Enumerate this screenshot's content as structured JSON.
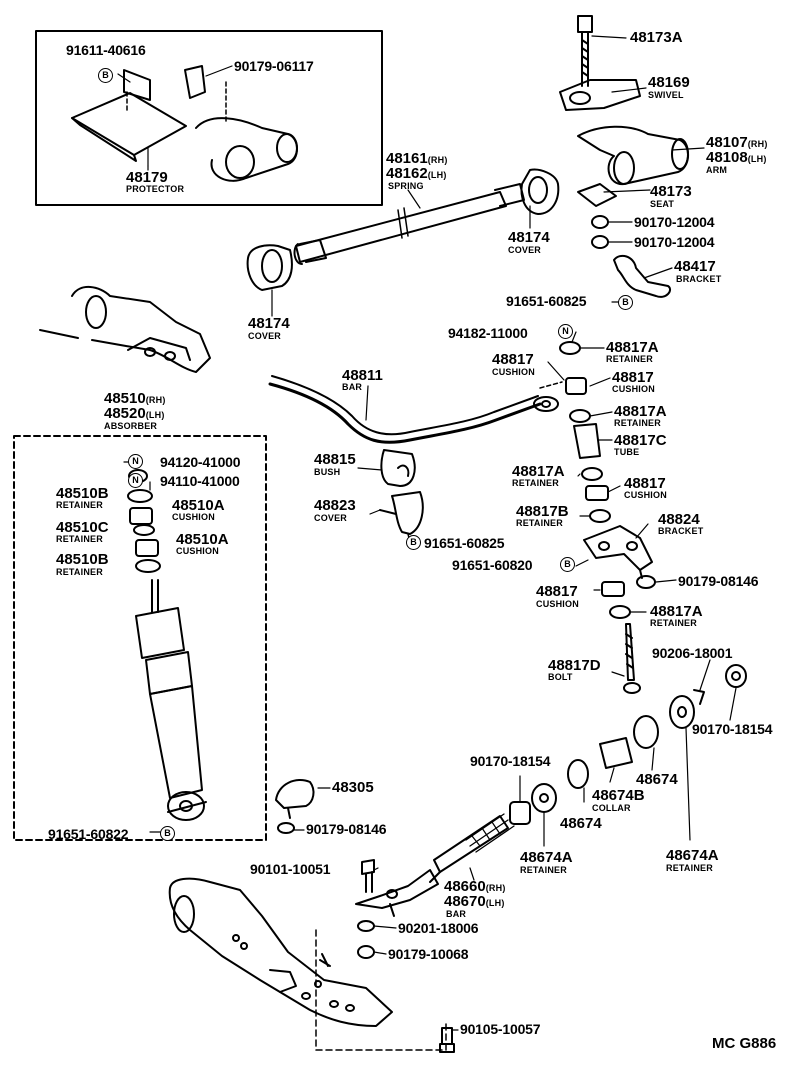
{
  "diagram_code": "MC G886",
  "parts": {
    "p48173A": {
      "num": "48173A"
    },
    "p48169": {
      "num": "48169",
      "name": "SWIVEL"
    },
    "p48107": {
      "num": "48107",
      "suffix": "(RH)"
    },
    "p48108": {
      "num": "48108",
      "suffix": "(LH)",
      "name": "ARM"
    },
    "p48173": {
      "num": "48173",
      "name": "SEAT"
    },
    "p90170_12004a": {
      "num": "90170-12004"
    },
    "p90170_12004b": {
      "num": "90170-12004"
    },
    "p48417": {
      "num": "48417",
      "name": "BRACKET"
    },
    "p91651_60825a": {
      "num": "91651-60825"
    },
    "p48161": {
      "num": "48161",
      "suffix": "(RH)"
    },
    "p48162": {
      "num": "48162",
      "suffix": "(LH)",
      "name": "SPRING"
    },
    "p48174a": {
      "num": "48174",
      "name": "COVER"
    },
    "p48174b": {
      "num": "48174",
      "name": "COVER"
    },
    "p91611_40616": {
      "num": "91611-40616"
    },
    "p90179_06117": {
      "num": "90179-06117"
    },
    "p48179": {
      "num": "48179",
      "name": "PROTECTOR"
    },
    "p94182_11000": {
      "num": "94182-11000"
    },
    "p48817A_1": {
      "num": "48817A",
      "name": "RETAINER"
    },
    "p48817_1": {
      "num": "48817",
      "name": "CUSHION"
    },
    "p48817_2": {
      "num": "48817",
      "name": "CUSHION"
    },
    "p48811": {
      "num": "48811",
      "name": "BAR"
    },
    "p48817A_2": {
      "num": "48817A",
      "name": "RETAINER"
    },
    "p48817C": {
      "num": "48817C",
      "name": "TUBE"
    },
    "p48510": {
      "num": "48510",
      "suffix": "(RH)"
    },
    "p48520": {
      "num": "48520",
      "suffix": "(LH)",
      "name": "ABSORBER"
    },
    "p94120_41000": {
      "num": "94120-41000"
    },
    "p94110_41000": {
      "num": "94110-41000"
    },
    "p48510B_1": {
      "num": "48510B",
      "name": "RETAINER"
    },
    "p48510A_1": {
      "num": "48510A",
      "name": "CUSHION"
    },
    "p48510C": {
      "num": "48510C",
      "name": "RETAINER"
    },
    "p48510A_2": {
      "num": "48510A",
      "name": "CUSHION"
    },
    "p48510B_2": {
      "num": "48510B",
      "name": "RETAINER"
    },
    "p48815": {
      "num": "48815",
      "name": "BUSH"
    },
    "p48823": {
      "num": "48823",
      "name": "COVER"
    },
    "p91651_60825b": {
      "num": "91651-60825"
    },
    "p48817A_3": {
      "num": "48817A",
      "name": "RETAINER"
    },
    "p48817_3": {
      "num": "48817",
      "name": "CUSHION"
    },
    "p48817B": {
      "num": "48817B",
      "name": "RETAINER"
    },
    "p48824": {
      "num": "48824",
      "name": "BRACKET"
    },
    "p91651_60820": {
      "num": "91651-60820"
    },
    "p90179_08146a": {
      "num": "90179-08146"
    },
    "p48817_4": {
      "num": "48817",
      "name": "CUSHION"
    },
    "p48817A_4": {
      "num": "48817A",
      "name": "RETAINER"
    },
    "p90206_18001": {
      "num": "90206-18001"
    },
    "p48817D": {
      "num": "48817D",
      "name": "BOLT"
    },
    "p90170_18154a": {
      "num": "90170-18154"
    },
    "p48305": {
      "num": "48305"
    },
    "p90179_08146b": {
      "num": "90179-08146"
    },
    "p91651_60822": {
      "num": "91651-60822"
    },
    "p90170_18154b": {
      "num": "90170-18154"
    },
    "p48674_1": {
      "num": "48674"
    },
    "p48674B": {
      "num": "48674B",
      "name": "COLLAR"
    },
    "p48674_2": {
      "num": "48674"
    },
    "p48674A_1": {
      "num": "48674A",
      "name": "RETAINER"
    },
    "p48674A_2": {
      "num": "48674A",
      "name": "RETAINER"
    },
    "p90101_10051": {
      "num": "90101-10051"
    },
    "p48660": {
      "num": "48660",
      "suffix": "(RH)"
    },
    "p48670": {
      "num": "48670",
      "suffix": "(LH)",
      "name": "BAR"
    },
    "p90201_18006": {
      "num": "90201-18006"
    },
    "p90179_10068": {
      "num": "90179-10068"
    },
    "p90105_10057": {
      "num": "90105-10057"
    }
  },
  "badges": {
    "n": "N",
    "b": "B"
  }
}
